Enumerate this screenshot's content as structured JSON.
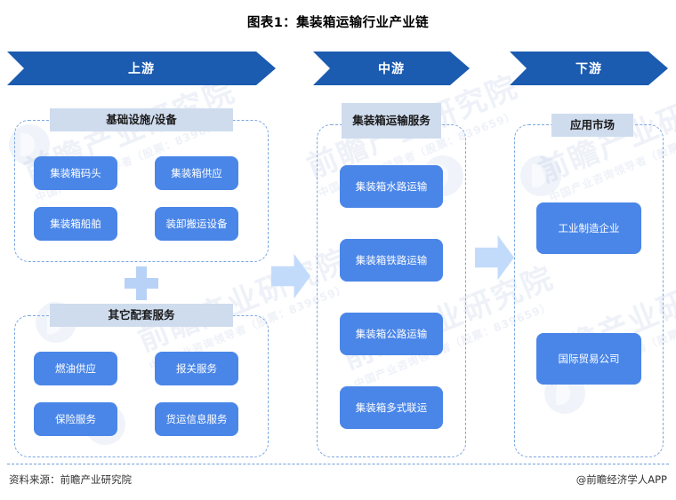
{
  "title": "图表1：集装箱运输行业产业链",
  "columns": {
    "upstream": {
      "banner": "上游",
      "groups": [
        {
          "label": "基础设施/设备",
          "nodes": [
            "集装箱码头",
            "集装箱供应",
            "集装箱船舶",
            "装卸搬运设备"
          ]
        },
        {
          "label": "其它配套服务",
          "nodes": [
            "燃油供应",
            "报关服务",
            "保险服务",
            "货运信息服务"
          ]
        }
      ]
    },
    "midstream": {
      "banner": "中游",
      "groups": [
        {
          "label": "集装箱运输服务",
          "nodes": [
            "集装箱水路运输",
            "集装箱铁路运输",
            "集装箱公路运输",
            "集装箱多式联运"
          ]
        }
      ]
    },
    "downstream": {
      "banner": "下游",
      "groups": [
        {
          "label": "应用市场",
          "nodes": [
            "工业制造企业",
            "国际贸易公司"
          ]
        }
      ]
    }
  },
  "connectors": {
    "plus_symbol": "+",
    "arrow_upstream_to_midstream": "right-arrow",
    "arrow_midstream_to_downstream": "right-arrow"
  },
  "footer": {
    "source": "资料来源：前瞻产业研究院",
    "app": "@前瞻经济学人APP"
  },
  "watermark": {
    "brand": "前瞻产业研究院",
    "sub": "中国产业咨询领导者（股票：839659）"
  },
  "colors": {
    "banner_blue": "#1b5bb0",
    "node_blue": "#4a86e8",
    "group_label_blue": "#cfdcee",
    "dashed_border": "#7ba7e0",
    "flow_arrow": "#c3dbfb"
  }
}
